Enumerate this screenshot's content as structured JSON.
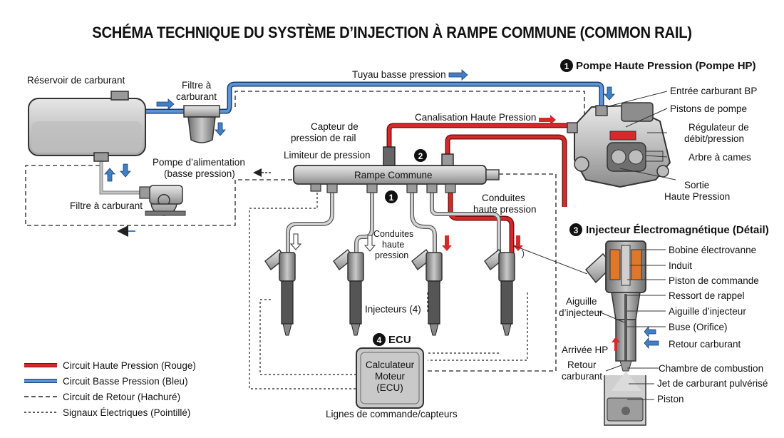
{
  "title": "SCHÉMA TECHNIQUE DU SYSTÈME D’INJECTION À RAMPE COMMUNE (COMMON RAIL)",
  "labels": {
    "reservoir": "Réservoir de carburant",
    "filtre_a_1": "Filtre à",
    "filtre_a_2": "carburant",
    "pompe_alim_1": "Pompe d’alimentation",
    "pompe_alim_2": "(basse pression)",
    "filtre_carburant": "Filtre à carburant",
    "tuyau_bp": "Tuyau basse pression",
    "canalisation_hp": "Canalisation Haute Pression",
    "capteur_1": "Capteur de",
    "capteur_2": "pression de rail",
    "limiteur": "Limiteur de pression",
    "rampe": "Rampe Commune",
    "conduites_hp_1": "Conduites",
    "conduites_hp_2": "haute pression",
    "conduites_c_1": "Conduites",
    "conduites_c_2": "haute",
    "conduites_c_3": "pression",
    "injecteurs": "Injecteurs (4)",
    "ecu_1": "Calculateur",
    "ecu_2": "Moteur",
    "ecu_3": "(ECU)",
    "lignes": "Lignes de commande/capteurs"
  },
  "badges": {
    "b1": "1",
    "b2": "2",
    "b3": "3",
    "b4": "4"
  },
  "pump": {
    "title": "Pompe Haute Pression (Pompe HP)",
    "parts": [
      "Entrée carburant BP",
      "Pistons de pompe",
      "Régulateur de",
      "débit/pression",
      "Arbre à cames",
      "Sortie",
      "Haute Pression"
    ]
  },
  "injector": {
    "title": "Injecteur Électromagnétique (Détail)",
    "parts": [
      "Bobine électrovanne",
      "Induit",
      "Piston de commande",
      "Ressort de rappel",
      "Aiguille d’injecteur",
      "Buse (Orifice)",
      "Retour carburant",
      "Chambre de combustion",
      "Jet de carburant pulvérisé",
      "Piston"
    ],
    "left_aiguille_1": "Aiguille",
    "left_aiguille_2": "d’injecteur",
    "arrivee_hp": "Arrivée HP",
    "retour_1": "Retour",
    "retour_2": "carburant"
  },
  "ecu_title": "ECU",
  "legend": [
    {
      "label": "Circuit Haute Pression (Rouge)",
      "style": "red"
    },
    {
      "label": "Circuit Basse Pression (Bleu)",
      "style": "blue"
    },
    {
      "label": "Circuit de Retour (Hachuré)",
      "style": "dashed"
    },
    {
      "label": "Signaux Électriques (Pointillé)",
      "style": "dotted"
    }
  ],
  "colors": {
    "high_pressure": "#d42a2a",
    "low_pressure": "#3f7fc8",
    "metal": "#a8a8a8",
    "coil": "#e0782a"
  }
}
